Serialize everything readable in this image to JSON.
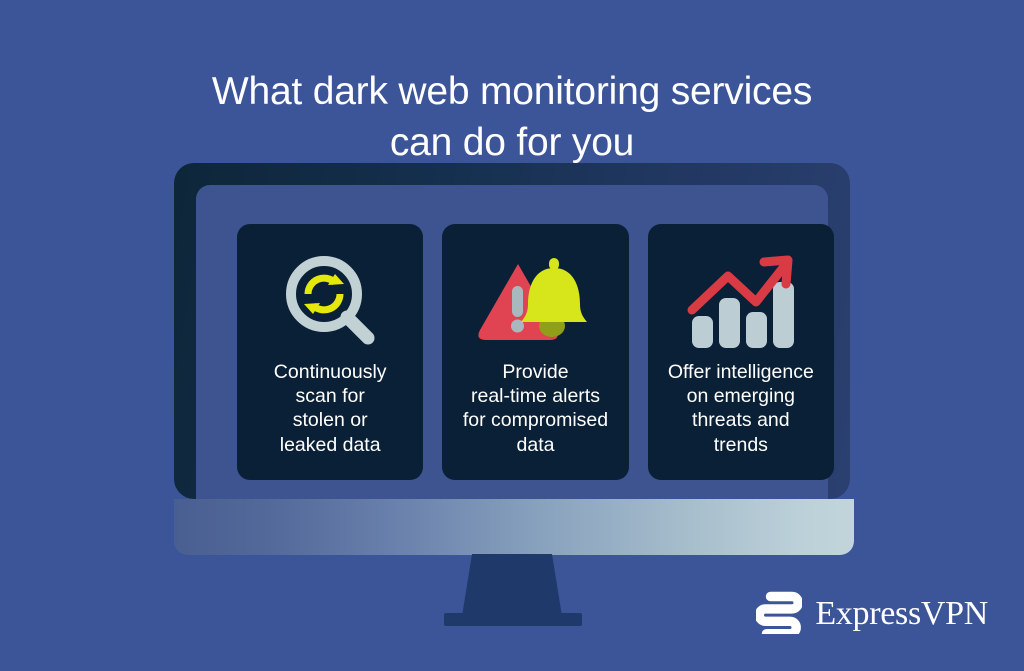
{
  "background_color": "#3C5598",
  "title": {
    "line1": "What dark web monitoring services",
    "line2": "can do for you",
    "color": "#FFFFFF"
  },
  "monitor": {
    "bezel_color_left": "#0E2639",
    "bezel_color_right": "#2B4070",
    "screen_color": "#3E5491",
    "base_gradient_from": "#4A5F91",
    "base_gradient_to": "#C2D5DB",
    "stand_color": "#20396B"
  },
  "cards": [
    {
      "icon": "magnifying-glass-refresh-icon",
      "icon_color": "#C2D1D4",
      "icon_accent_color": "#E6E80C",
      "text_lines": [
        "Continuously",
        "scan for",
        "stolen or",
        "leaked data"
      ],
      "text": "Continuously scan for stolen or leaked data"
    },
    {
      "icon": "warning-triangle-bell-icon",
      "icon_color": "#E04452",
      "icon_accent_color": "#D6E61A",
      "text_lines": [
        "Provide",
        "real-time alerts",
        "for compromised",
        "data"
      ],
      "text": "Provide real-time alerts for compromised data"
    },
    {
      "icon": "bar-chart-trend-up-icon",
      "icon_color": "#BCCDD3",
      "icon_accent_color": "#D93B45",
      "text_lines": [
        "Offer intelligence",
        "on emerging",
        "threats and",
        "trends"
      ],
      "text": "Offer intelligence on emerging threats and trends"
    }
  ],
  "logo": {
    "mark": "expressvpn-e-mark-icon",
    "wordmark": "ExpressVPN",
    "color": "#FFFFFF"
  },
  "card_bg_color": "#0A2036"
}
